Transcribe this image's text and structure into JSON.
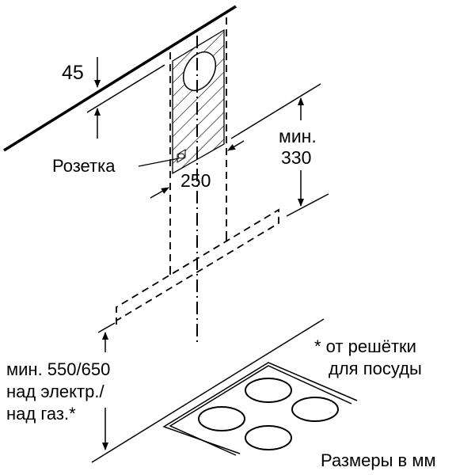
{
  "diagram": {
    "title": "Hood installation dimensions",
    "labels": {
      "wall_clearance": "45",
      "socket": "Розетка",
      "width": "250",
      "min_height_line1": "мин.",
      "min_height_line2": "330",
      "cooktop_line1": "мин. 550/650",
      "cooktop_line2": "над электр./",
      "cooktop_line3": "над газ.*",
      "footnote_line1": "* от решётки",
      "footnote_line2": "для посуды",
      "units": "Размеры в мм"
    },
    "colors": {
      "ink": "#000000",
      "background": "#ffffff"
    }
  }
}
